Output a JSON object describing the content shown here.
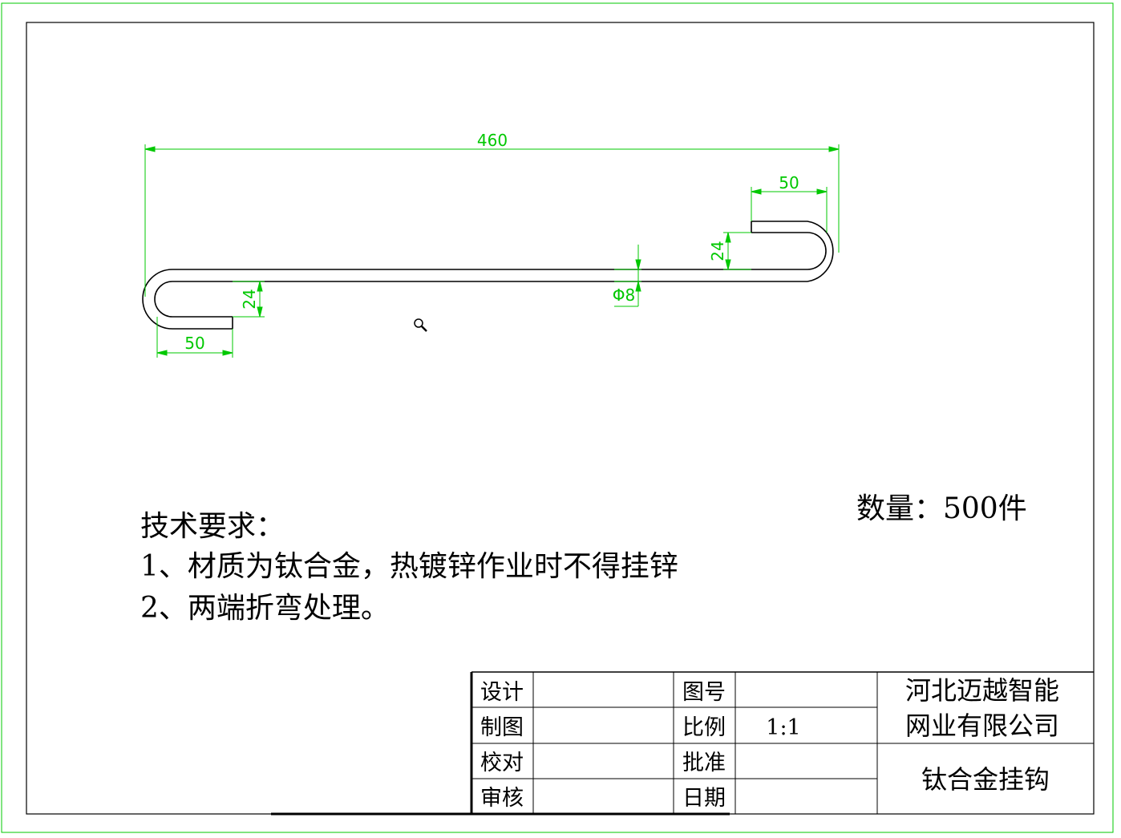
{
  "dimensions": {
    "total_length": "460",
    "right_leg": "50",
    "right_gap": "24",
    "diameter": "Φ8",
    "left_gap": "24",
    "left_leg": "50"
  },
  "quantity": "数量：500件",
  "tech_requirements": {
    "title": "技术要求：",
    "items": [
      "1、材质为钛合金，热镀锌作业时不得挂锌",
      "2、两端折弯处理。"
    ]
  },
  "title_block": {
    "rows": [
      {
        "label": "设计",
        "value": "",
        "label2": "图号",
        "value2": ""
      },
      {
        "label": "制图",
        "value": "",
        "label2": "比例",
        "value2": "1:1"
      },
      {
        "label": "校对",
        "value": "",
        "label2": "批准",
        "value2": ""
      },
      {
        "label": "审核",
        "value": "",
        "label2": "日期",
        "value2": ""
      }
    ],
    "company_line1": "河北迈越智能",
    "company_line2": "网业有限公司",
    "part_name": "钛合金挂钩"
  },
  "colors": {
    "dimension": "#00c800",
    "outline": "#000000",
    "frame": "#00c800"
  },
  "icons": {
    "zoom": "magnifier-icon"
  }
}
